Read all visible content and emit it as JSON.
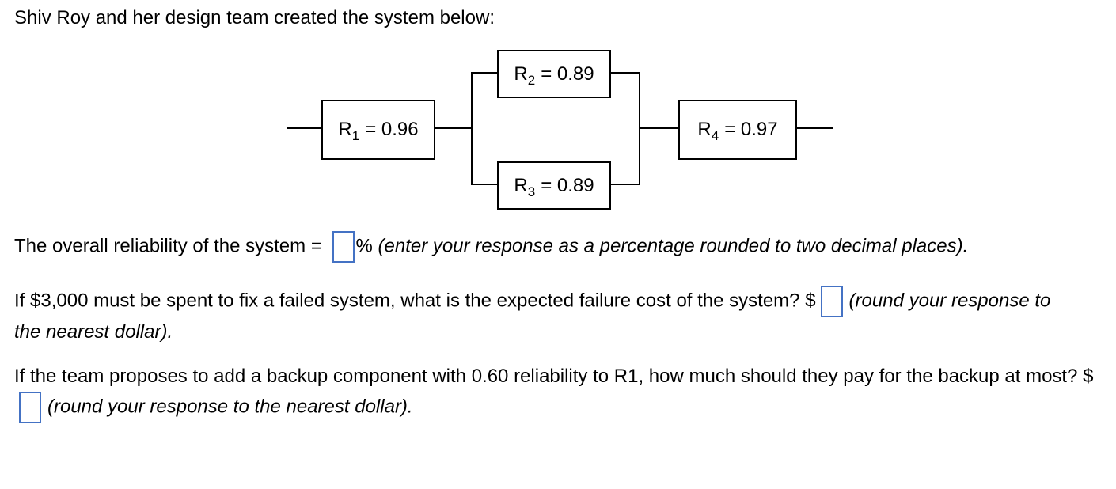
{
  "title": "Shiv Roy and her design team created the system below:",
  "colors": {
    "answer_box_border": "#4472c4",
    "diagram_line": "#000000",
    "text": "#000000",
    "background": "#ffffff"
  },
  "diagram": {
    "type": "reliability-block-diagram",
    "structure": "R1 in series with parallel pair (R2, R3) in series with R4",
    "components": [
      {
        "id": "R1",
        "base": "R",
        "sub": "1",
        "eq": "= 0.96",
        "reliability": 0.96
      },
      {
        "id": "R2",
        "base": "R",
        "sub": "2",
        "eq": "= 0.89",
        "reliability": 0.89
      },
      {
        "id": "R3",
        "base": "R",
        "sub": "3",
        "eq": "= 0.89",
        "reliability": 0.89
      },
      {
        "id": "R4",
        "base": "R",
        "sub": "4",
        "eq": "= 0.97",
        "reliability": 0.97
      }
    ]
  },
  "questions": {
    "q1": {
      "text": "The overall reliability of the system =",
      "answer_value": "",
      "unit": "%",
      "note": "(enter your response as a percentage rounded to two decimal places)."
    },
    "q2": {
      "text": "If $3,000 must be spent to fix a failed system, what is the expected failure cost of the system?",
      "currency": "$",
      "answer_value": "",
      "note": "(round your response to the nearest dollar)."
    },
    "q3": {
      "text": "If the team proposes to add a backup component with 0.60 reliability to R1, how much should they pay for the backup at most?",
      "currency": "$",
      "answer_value": "",
      "note": "(round your response to the nearest dollar)."
    }
  }
}
